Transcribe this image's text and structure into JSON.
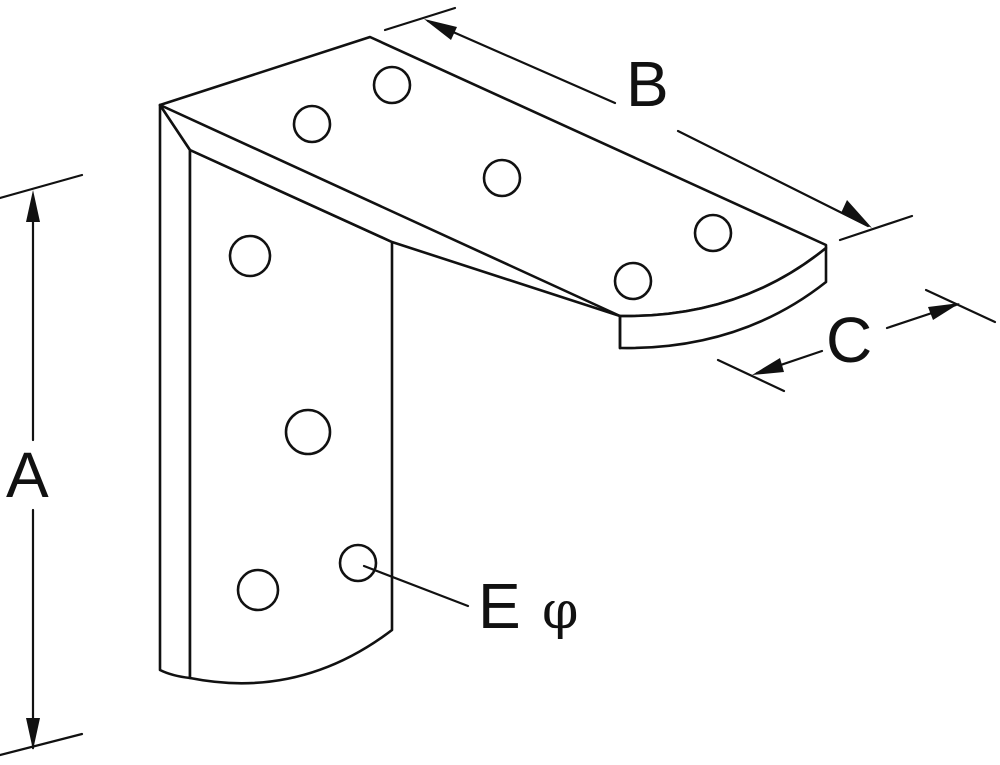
{
  "labels": {
    "a": "A",
    "b": "B",
    "c": "C",
    "e": "E",
    "phi": "φ"
  },
  "colors": {
    "line": "#111111",
    "background": "#ffffff"
  }
}
